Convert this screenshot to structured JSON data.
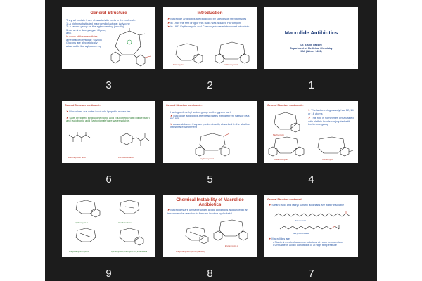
{
  "slides": [
    {
      "number": "3",
      "title": "General Structure",
      "lines": [
        "They all contain three characteristic parts in the molecule:",
        "1) A highly substituted macrocyclic lactone: Aglycone",
        "2) A ketone group on the aglycone ring (usually)",
        "3) An amino deoxysugar: Glycon;",
        "and,",
        "In some of the macrolides,",
        "a neutral deoxysugar: Glycon",
        "Glycons are glycosidically",
        "attached to the aglycone ring"
      ]
    },
    {
      "number": "2",
      "title": "Introduction",
      "bullets": [
        "Macrolide antibiotics are produced by species of Streptomyces",
        "In 1950 the first drug of this class was isolated Picromycin",
        "In 1952 Erythromycin and Carbomycin were introduced into clinic"
      ],
      "structure_labels": [
        "Picromycin",
        "Erythromycin A"
      ]
    },
    {
      "number": "1",
      "title": "Macrolide Antibiotics",
      "author": "Dr. Afshin Fassihi",
      "department": "Department of Medicinal Chemistry",
      "term": "MUI (Winter 1403)",
      "page": "1"
    },
    {
      "number": "6",
      "header": "General Structure continued...",
      "bullets": [
        "Macrolides are water insoluble lipophilic molecules",
        "Salts prepared by glucoheptonic acid (glucoheptonate=gluceptate) and lactobionic acid (lactobionate) are water soluble,"
      ],
      "structure_labels": [
        "Glucoheptonic acid",
        "Lactobionic acid"
      ]
    },
    {
      "number": "5",
      "header": "General Structure continued...",
      "lines": [
        "Having a dimethyl amino group on the glycon part",
        "Macrolide antibiotics are weak bases with different salts of pKa 6.0-9.5",
        "As weak bases they are predominantly absorbed in the alkaline intestinal environment"
      ],
      "structure_labels": [
        "Erythromycin A"
      ]
    },
    {
      "number": "4",
      "header": "General Structure continued...",
      "bullets": [
        "The lactone ring usually has 12, 14, or 16 atoms",
        "This ring is sometimes unsaturated with olefinic bonds conjugated with the ketone group"
      ],
      "structure_labels": [
        "Methymycin",
        "Oleandomycin",
        "Carbomycin"
      ]
    },
    {
      "number": "9",
      "structure_labels": [
        "Erythromycin A",
        "Hemiketal form",
        "Anhydroerythromycin A",
        "8,9-Anhydroerythromycin A 6,9-hemiketal"
      ]
    },
    {
      "number": "8",
      "title": "Chemical Instability of Macrolide Antibiotics",
      "bullets": [
        "Macrolides are unstable under acidic conditions and undergo an intramolecular reaction to form an inactive cyclic ketal"
      ],
      "structure_labels": [
        "Erythromycin A",
        "Anhydroerythromycin A (inactive)"
      ]
    },
    {
      "number": "7",
      "header": "General Structure continued...",
      "bullets": [
        "Stearic acid and lauryl sulfuric acid salts are water insoluble",
        "Macrolides are:"
      ],
      "sub_bullets": [
        "Stable in neutral aqueous solutions at room temperature",
        "Unstable in acidic conditions or at high temperature"
      ],
      "structure_labels": [
        "Stearic acid",
        "Lauryl sulfuric acid"
      ]
    }
  ]
}
